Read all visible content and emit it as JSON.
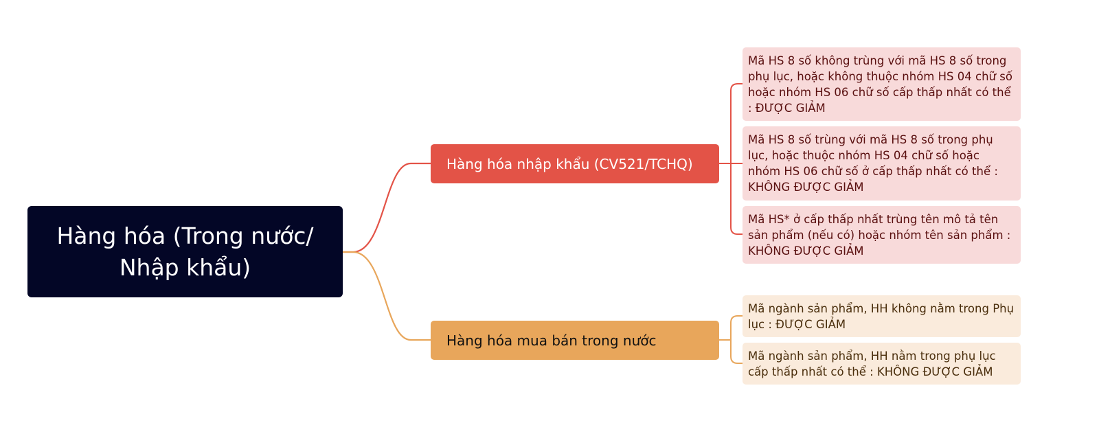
{
  "colors": {
    "root_fill": "#030626",
    "import_branch": "#e35347",
    "domestic_branch": "#e8a65b",
    "import_leaf": "#f8dada",
    "domestic_leaf": "#faebdc"
  },
  "root": {
    "line1": "Hàng hóa (Trong nước/",
    "line2": "Nhập khẩu)"
  },
  "branches": [
    {
      "label": "Hàng hóa nhập khẩu (CV521/TCHQ)",
      "leaves": [
        "Mã HS 8 số không trùng với mã HS 8 số trong phụ lục, hoặc không thuộc nhóm HS 04 chữ số hoặc nhóm HS 06 chữ số cấp thấp nhất có thể : ĐƯỢC GIẢM",
        "Mã HS 8 số trùng với mã HS 8 số trong phụ lục, hoặc thuộc nhóm HS 04 chữ số hoặc nhóm HS 06 chữ số ở cấp thấp nhất có thể : KHÔNG ĐƯỢC GIẢM",
        "Mã HS* ở cấp thấp nhất trùng tên mô tả tên sản phẩm (nếu có) hoặc nhóm tên sản phẩm : KHÔNG ĐƯỢC GIẢM"
      ]
    },
    {
      "label": "Hàng hóa mua bán trong nước",
      "leaves": [
        "Mã ngành sản phẩm, HH không nằm trong Phụ lục : ĐƯỢC GIẢM",
        "Mã ngành sản phẩm, HH nằm trong phụ lục cấp thấp nhất có thể : KHÔNG ĐƯỢC GIẢM"
      ]
    }
  ]
}
